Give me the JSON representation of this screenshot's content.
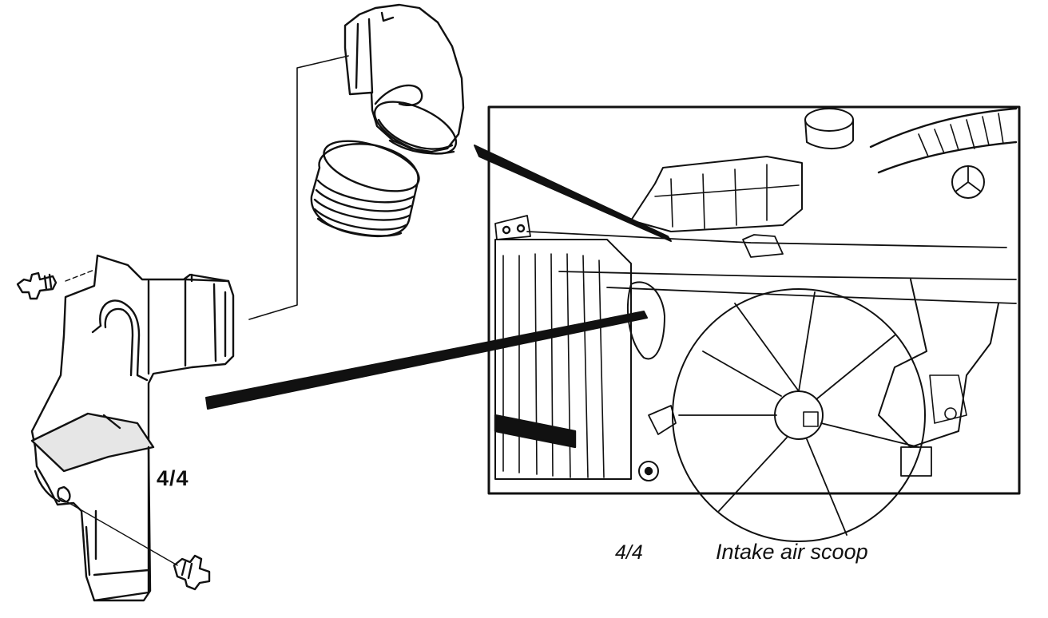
{
  "diagram": {
    "callout_label": "4/4",
    "caption": {
      "number": "4/4",
      "text": "Intake air scoop"
    },
    "colors": {
      "ink": "#111111",
      "paper": "#ffffff",
      "shade": "#e6e6e6"
    }
  }
}
